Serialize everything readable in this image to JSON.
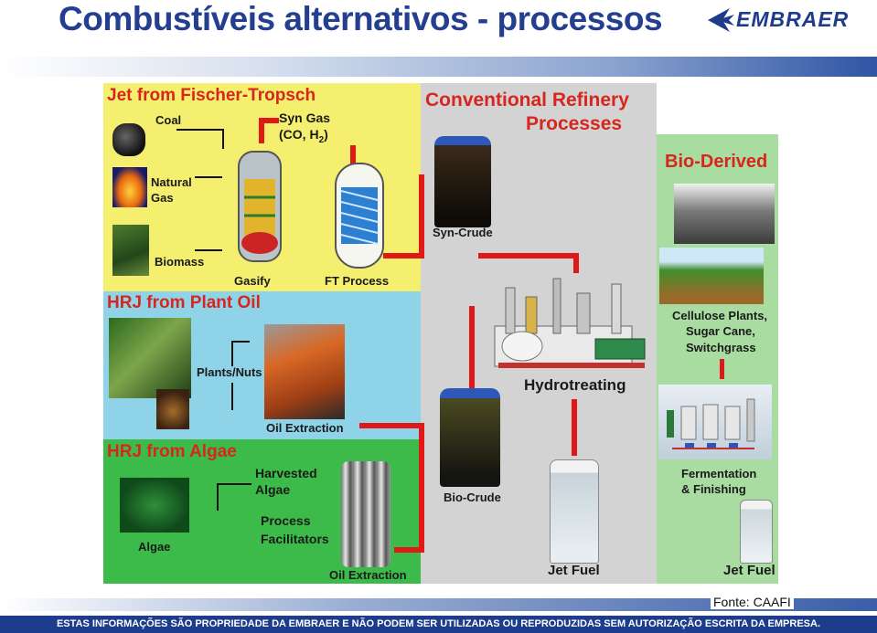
{
  "header": {
    "title": "Combustíveis alternativos - processos",
    "logo_text": "EMBRAER"
  },
  "figure": {
    "fischer_tropsch": {
      "title": "Jet from Fischer-Tropsch",
      "coal": "Coal",
      "natural_gas_1": "Natural",
      "natural_gas_2": "Gas",
      "biomass": "Biomass",
      "syn_gas_1": "Syn Gas",
      "syn_gas_2": "(CO, H",
      "syn_gas_sub": "2",
      "syn_gas_end": ")",
      "gasify": "Gasify",
      "ft_process": "FT Process"
    },
    "plant_oil": {
      "title": "HRJ from Plant Oil",
      "plants_nuts": "Plants/Nuts",
      "oil_extraction": "Oil Extraction"
    },
    "algae": {
      "title": "HRJ from Algae",
      "harvested_1": "Harvested",
      "harvested_2": "Algae",
      "process_1": "Process",
      "process_2": "Facilitators",
      "algae": "Algae",
      "oil_extraction": "Oil Extraction"
    },
    "refinery": {
      "title_1": "Conventional Refinery",
      "title_2": "Processes",
      "syn_crude": "Syn-Crude",
      "hydrotreating": "Hydrotreating",
      "bio_crude": "Bio-Crude",
      "jet_fuel": "Jet Fuel"
    },
    "bio_derived": {
      "title": "Bio-Derived",
      "plants_1": "Cellulose Plants,",
      "plants_2": "Sugar Cane,",
      "plants_3": "Switchgrass",
      "ferment_1": "Fermentation",
      "ferment_2": "& Finishing",
      "jet_fuel": "Jet Fuel"
    }
  },
  "source": "Fonte: CAAFI",
  "disclaimer": "ESTAS INFORMAÇÕES SÃO PROPRIEDADE DA EMBRAER E NÃO PODEM SER UTILIZADAS OU REPRODUZIDAS SEM AUTORIZAÇÃO ESCRITA DA EMPRESA.",
  "colors": {
    "title_blue": "#243f8f",
    "ft_panel": "#f4ef6e",
    "plant_oil_panel": "#8fd3e8",
    "algae_panel": "#3dbb4a",
    "refinery_panel": "#d3d3d3",
    "bio_panel": "#a8dca0",
    "heading_red": "#d8261f",
    "flow_arrow": "#e11818"
  }
}
